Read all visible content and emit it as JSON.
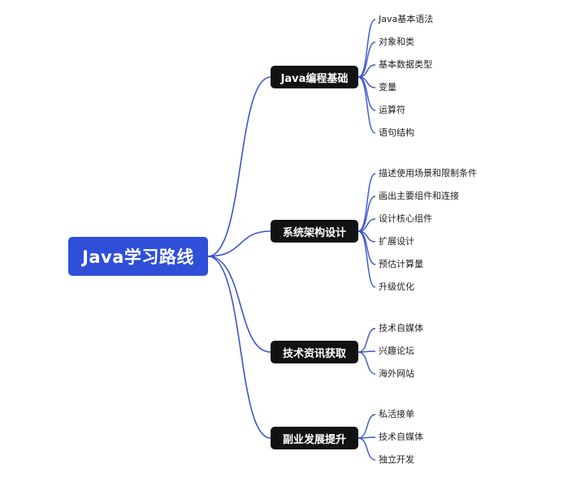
{
  "root": {
    "label": "Java学习路线"
  },
  "branches": [
    {
      "label": "Java编程基础",
      "leaves": [
        "Java基本语法",
        "对象和类",
        "基本数据类型",
        "变量",
        "运算符",
        "语句结构"
      ]
    },
    {
      "label": "系统架构设计",
      "leaves": [
        "描述使用场景和限制条件",
        "画出主要组件和连接",
        "设计核心组件",
        "扩展设计",
        "预估计算量",
        "升级优化"
      ]
    },
    {
      "label": "技术资讯获取",
      "leaves": [
        "技术自媒体",
        "兴趣论坛",
        "海外网站"
      ]
    },
    {
      "label": "副业发展提升",
      "leaves": [
        "私活接单",
        "技术自媒体",
        "独立开发"
      ]
    }
  ],
  "colors": {
    "connector": "#3a55c9",
    "root_bg": "#2f4fd8",
    "branch_bg": "#121212"
  }
}
